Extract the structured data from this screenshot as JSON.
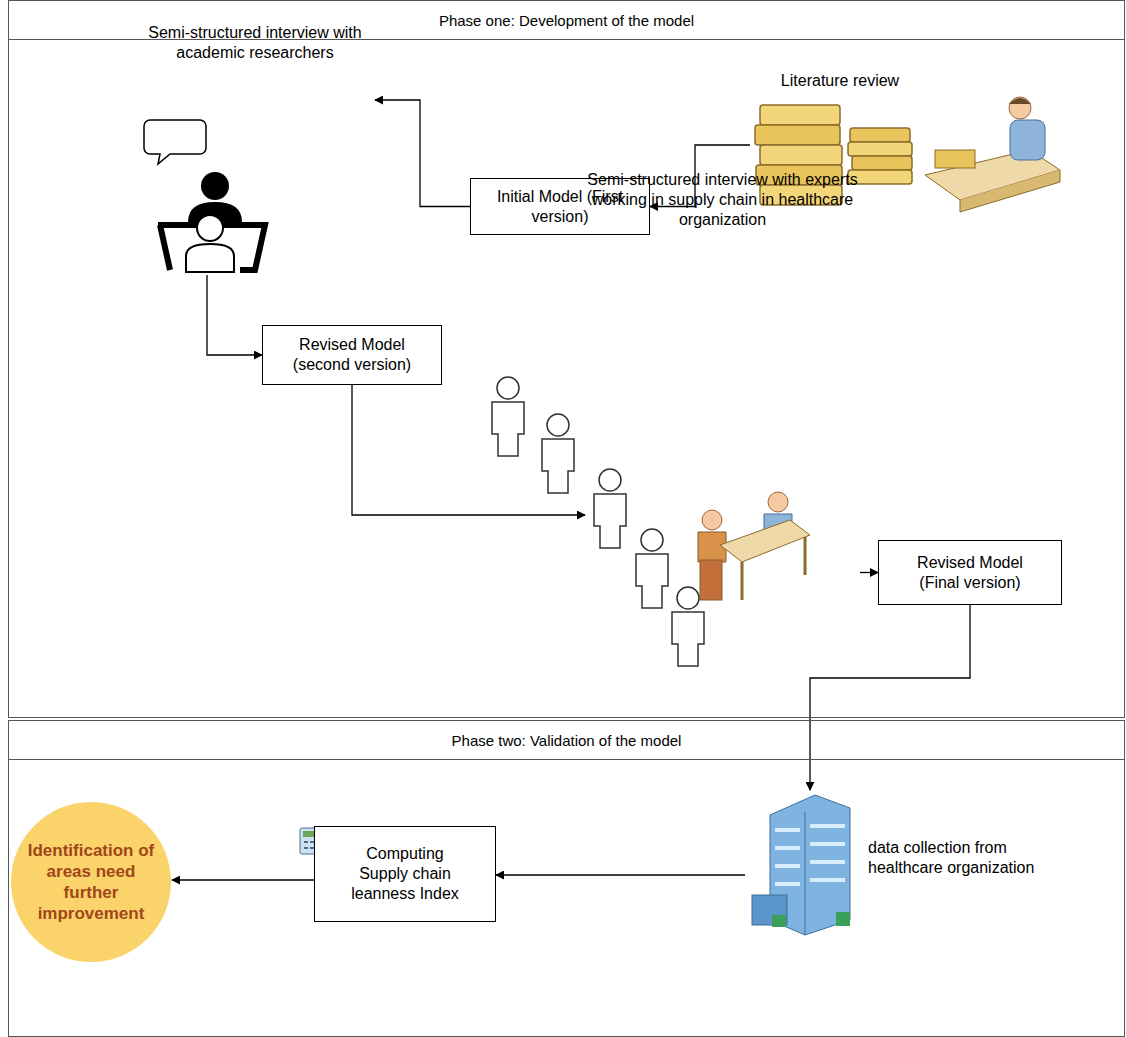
{
  "diagram": {
    "nodes": [
      {
        "text": [
          "Phase one: Development of the model"
        ]
      },
      {
        "text": [
          "Literature review"
        ],
        "in": 0
      },
      {
        "text": [
          "Initial Model (First version)"
        ],
        "in": 0
      },
      {
        "text": [
          "Semi-structured interview with academic researchers"
        ],
        "in": 0
      },
      {
        "text": [
          "Revised Model (second version)"
        ],
        "in": 0
      },
      {
        "text": [
          "Semi-structured interview with experts working in supply chain in healthcare organization"
        ],
        "in": 0
      },
      {
        "text": [
          "Revised Model (Final version)"
        ],
        "in": 0
      },
      {
        "text": [
          "Phase two: Validation of the model"
        ]
      },
      {
        "text": [
          "data collection from healthcare organization"
        ],
        "in": 7
      },
      {
        "text": [
          "Computing Supply chain leanness Index"
        ],
        "in": 7
      },
      {
        "text": [
          "Identification of areas need further improvement"
        ],
        "in": 7
      }
    ],
    "edges": [
      {
        "from": 1,
        "to": 2,
        "arrow": "to"
      },
      {
        "from": 2,
        "to": 3,
        "arrow": "to"
      },
      {
        "from": 3,
        "to": 4,
        "arrow": "to"
      },
      {
        "from": 4,
        "to": 5,
        "arrow": "to"
      },
      {
        "from": 5,
        "to": 6,
        "arrow": "to"
      },
      {
        "from": 6,
        "to": 8,
        "arrow": "to"
      },
      {
        "from": 8,
        "to": 9,
        "arrow": "to"
      },
      {
        "from": 9,
        "to": 10,
        "arrow": "to"
      }
    ]
  }
}
